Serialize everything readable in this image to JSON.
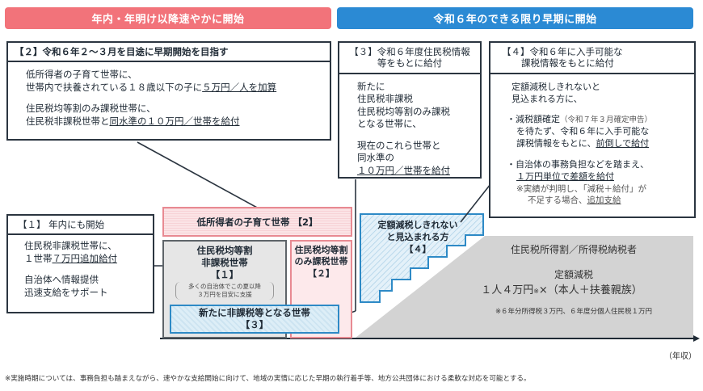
{
  "banners": {
    "left": "年内・年明け以降速やかに開始",
    "right": "令和６年のできる限り早期に開始"
  },
  "box2": {
    "header": "【２】令和６年２～３月を目途に早期開始を目指す",
    "line1": "低所得者の子育て世帯に、",
    "line2_plain": "世帯内で扶養されている１８歳以下の子に",
    "line2_underline": "５万円／人を加算",
    "line3": "住民税均等割のみ課税世帯に、",
    "line4_plain": "住民税非課税世帯と",
    "line4_underline": "同水準の１０万円／世帯を給付"
  },
  "box3": {
    "header_line1": "【３】令和６年度住民税情報",
    "header_line2": "等をもとに給付",
    "lines": [
      "新たに",
      "住民税非課税",
      "住民税均等割のみ課税",
      "となる世帯に、"
    ],
    "lines2": [
      "現在のこれら世帯と",
      "同水準の"
    ],
    "underline": "１０万円／世帯を給付"
  },
  "box4": {
    "header_line1": "【４】令和６年に入手可能な",
    "header_line2": "課税情報をもとに給付",
    "intro1": "定額減税しきれないと",
    "intro2": "見込まれる方に、",
    "bullet1_a": "・減税額確定",
    "bullet1_a_small": "（令和７年３月確定申告）",
    "bullet1_b": "を待たず、令和６年に入手可能な",
    "bullet1_c_plain": "課税情報をもとに、",
    "bullet1_c_underline": "前倒しで給付",
    "bullet2_a": "・自治体の事務負担などを踏まえ、",
    "bullet2_b_underline": "１万円単位で差額を給付",
    "note1": "※実績が判明し、「減税＋給付」が",
    "note2_plain": "不足する場合、",
    "note2_underline": "追加支給"
  },
  "box1": {
    "header": "【１】 年内にも開始",
    "line1": "住民税非課税世帯に、",
    "line2_plain": "１世帯",
    "line2_underline": "７万円追加給付",
    "line3": "自治体へ情報提供",
    "line4": "迅速支給をサポート"
  },
  "chart": {
    "low_income_child": "低所得者の子育て世帯 【2】",
    "nontax_title1": "住民税均等割",
    "nontax_title2": "非課税世帯",
    "nontax_num": "【１】",
    "nontax_note1": "多くの自治体でこの夏以降",
    "nontax_note2": "３万円を目安に支援",
    "kintou_title1": "住民税均等割",
    "kintou_title2": "のみ課税世帯",
    "kintou_num": "【２】",
    "new_nontax1": "新たに非課税等となる世帯",
    "new_nontax2": "【３】",
    "stair1": "定額減税しきれない",
    "stair2": "と見込まれる方",
    "stair3": "【４】",
    "taxpayer_title": "住民税所得割／所得税納税者",
    "reduction_title": "定額減税",
    "reduction_amount_a": "１人４万円",
    "reduction_amount_mark": "※",
    "reduction_amount_b": "×（本人＋扶養親族）",
    "reduction_note": "※６年分所得税３万円、６年度分個人住民税１万円",
    "x_axis_label": "（年収）"
  },
  "footnote": "※実施時期については、事務負担も踏まえながら、速やかな支給開始に向けて、地域の実情に応じた早期の執行着手等、地方公共団体における柔軟な対応を可能とする。",
  "colors": {
    "red_banner": "#f2737a",
    "blue_banner": "#2b8ad4",
    "pink_border": "#e88a92",
    "blue_border": "#2e8ac6",
    "grey_area": "#d3d3d3"
  }
}
